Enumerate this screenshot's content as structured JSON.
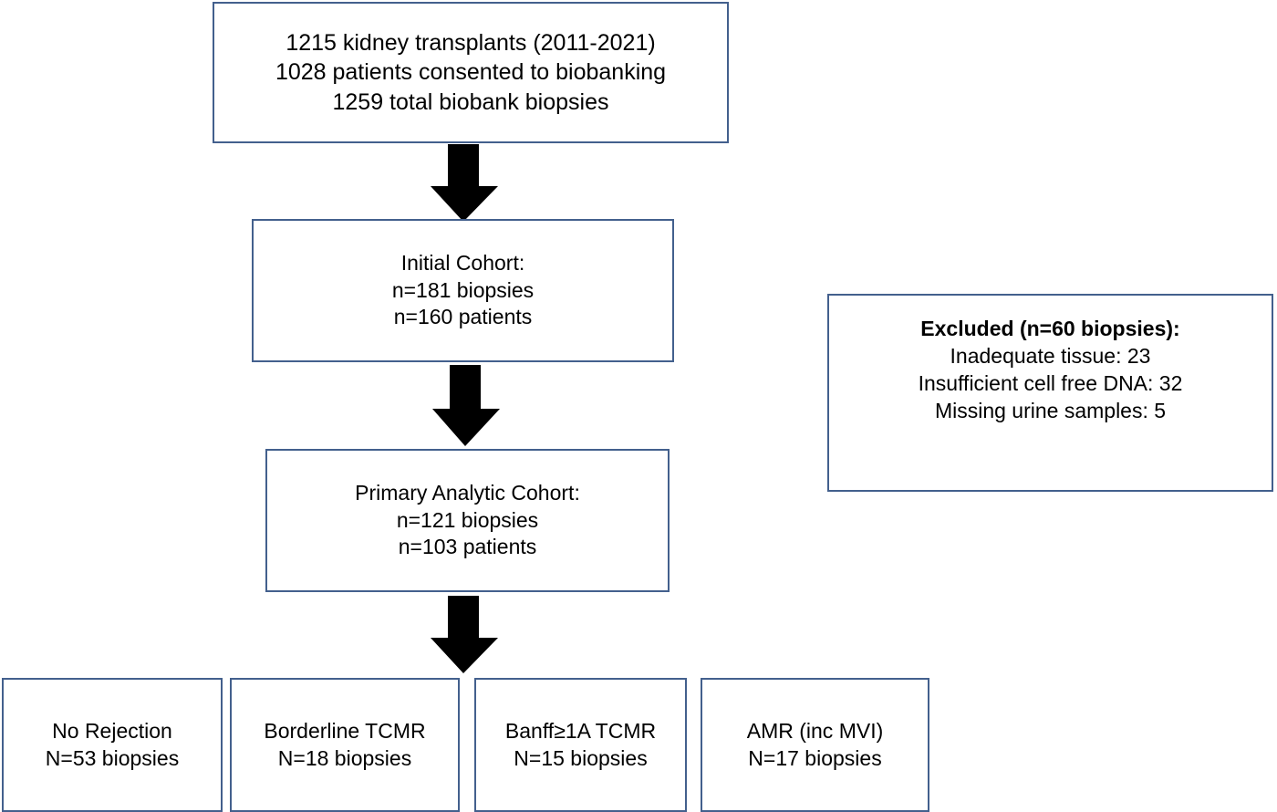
{
  "diagram": {
    "title": "Kidney transplant biobank biopsy cohort flow diagram",
    "type": "flowchart",
    "border_color": "#43608D",
    "arrow_color": "#000000",
    "background": "#ffffff"
  },
  "nodes": {
    "source": {
      "name": "source-cohort",
      "lines": [
        "1215 kidney transplants (2011-2021)",
        "1028 patients consented to biobanking",
        "1259 total biobank biopsies"
      ]
    },
    "initial": {
      "name": "initial-cohort",
      "lines": [
        "Initial Cohort:",
        "n=181 biopsies",
        "n=160 patients"
      ]
    },
    "excluded": {
      "name": "excluded-cohort",
      "heading": "Excluded (n=60 biopsies):",
      "lines": [
        "Inadequate tissue: 23",
        "Insufficient cell free DNA: 32",
        "Missing urine samples: 5"
      ]
    },
    "primary": {
      "name": "primary-analytic-cohort",
      "lines": [
        "Primary Analytic Cohort:",
        "n=121 biopsies",
        "n=103 patients"
      ]
    },
    "groups": [
      {
        "name": "no-rejection",
        "label": "No Rejection",
        "count": "N=53 biopsies"
      },
      {
        "name": "borderline-tcmr",
        "label": "Borderline TCMR",
        "count": "N=18 biopsies"
      },
      {
        "name": "banff-1a-tcmr",
        "label": "Banff≥1A TCMR",
        "count": "N=15 biopsies"
      },
      {
        "name": "amr",
        "label": "AMR (inc MVI)",
        "count": "N=17 biopsies"
      }
    ]
  },
  "connectors": [
    {
      "name": "arrow-source-to-initial",
      "from": "source",
      "to": "initial",
      "glyph": "down-arrow"
    },
    {
      "name": "arrow-initial-to-primary",
      "from": "initial",
      "to": "primary",
      "glyph": "down-arrow"
    },
    {
      "name": "arrow-primary-to-groups",
      "from": "primary",
      "to": "groups",
      "glyph": "down-arrow"
    }
  ]
}
